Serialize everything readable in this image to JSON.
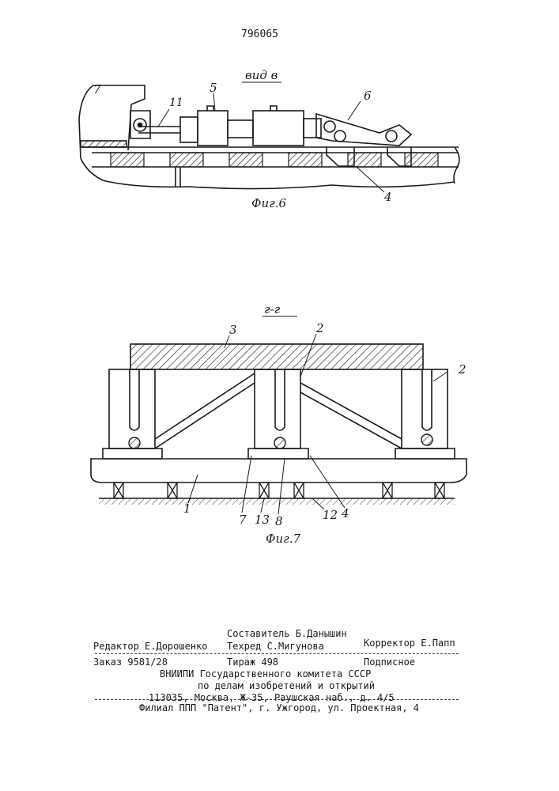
{
  "patent_number": "796065",
  "fig6": {
    "view_label": "вид в",
    "caption": "Фиг.6",
    "labels": {
      "l7": "7",
      "l11": "11",
      "l5": "5",
      "l6": "6",
      "l4": "4"
    }
  },
  "fig7": {
    "section_label": "г-г",
    "caption": "Фиг.7",
    "labels": {
      "l3": "3",
      "l2a": "2",
      "l2b": "2",
      "l1": "1",
      "l7": "7",
      "l13": "13",
      "l8": "8",
      "l12": "12",
      "l4": "4"
    }
  },
  "imprint": {
    "editor": "Редактор Е.Дорошенко",
    "compiler": "Составитель Б.Данышин",
    "techred": "Техред  С.Мигунова",
    "corrector": "Корректор  Е.Папп",
    "order": "Заказ 9581/28",
    "circulation": "Тираж  498",
    "subscription": "Подписное",
    "org1": "ВНИИПИ Государственного комитета СССР",
    "org2": "по делам изобретений и открытий",
    "address": "113035, Москва, Ж-35, Раушская наб., д. 4/5",
    "branch": "Филиал ППП \"Патент\", г. Ужгород, ул. Проектная, 4"
  }
}
